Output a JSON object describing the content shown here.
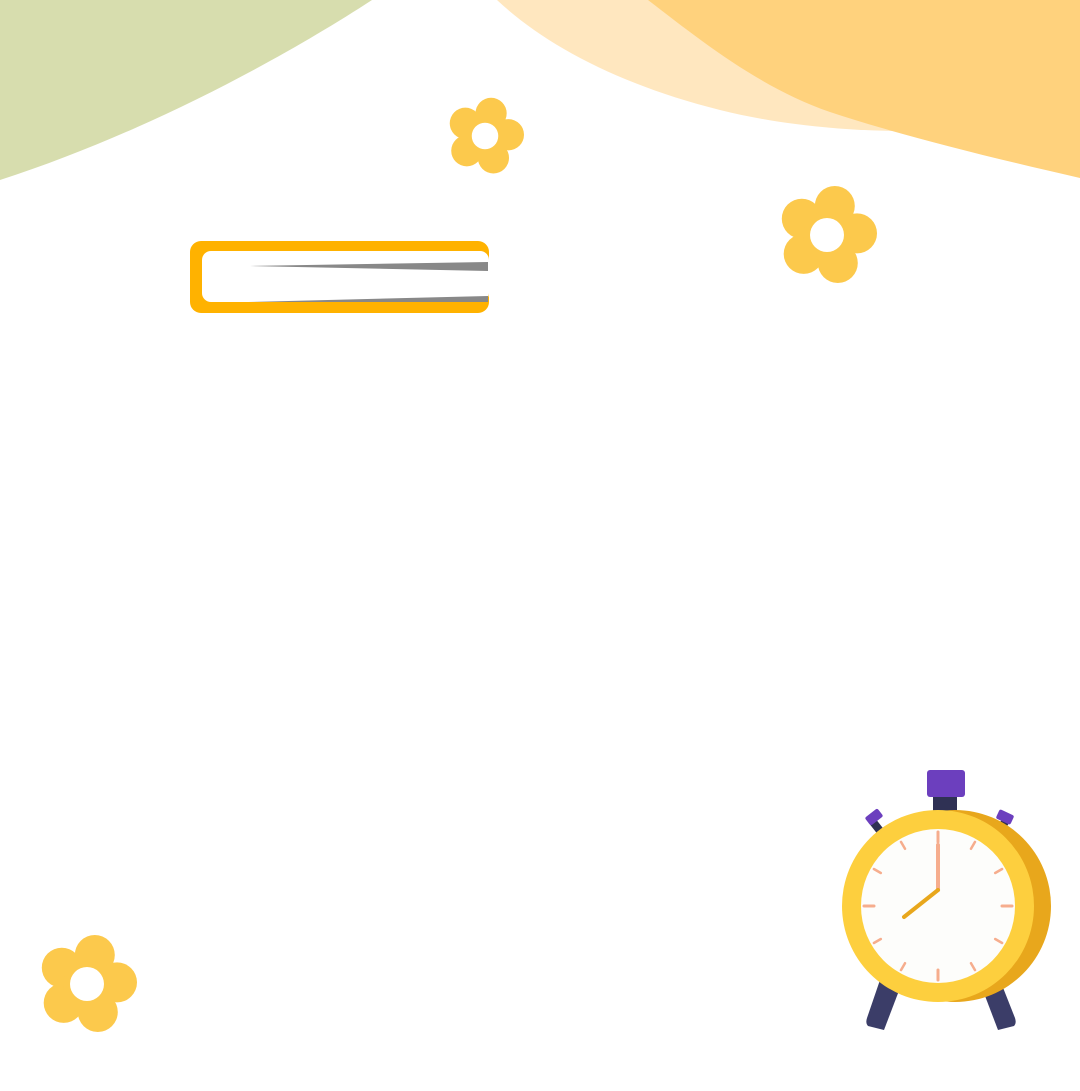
{
  "canvas": {
    "background": "#ffffff"
  },
  "colors": {
    "blob_green": "#d7ddae",
    "blob_peach": "#ffe7bf",
    "blob_orange": "#ffd27d",
    "flower": "#fcc94c",
    "flower_center": "#ffffff",
    "frame_border": "#ffb200",
    "frame_streak": "#888888",
    "clock_ring": "#fdcf3e",
    "clock_ring_shadow": "#e8a71c",
    "clock_face": "#fdfdfb",
    "clock_ticks": "#f6ad8d",
    "clock_hand_hour": "#e8a71c",
    "clock_hand_minute": "#f6ad8d",
    "clock_legs": "#3b3d68",
    "clock_buttons": "#6c3fbe",
    "clock_stem": "#2f3154"
  },
  "decorations": {
    "blobs": [
      "green-blob",
      "peach-blob",
      "orange-blob"
    ],
    "flowers": [
      "flower-top-center",
      "flower-top-right",
      "flower-bottom-left"
    ],
    "frame": "title-frame",
    "clock": "alarm-clock-icon"
  }
}
